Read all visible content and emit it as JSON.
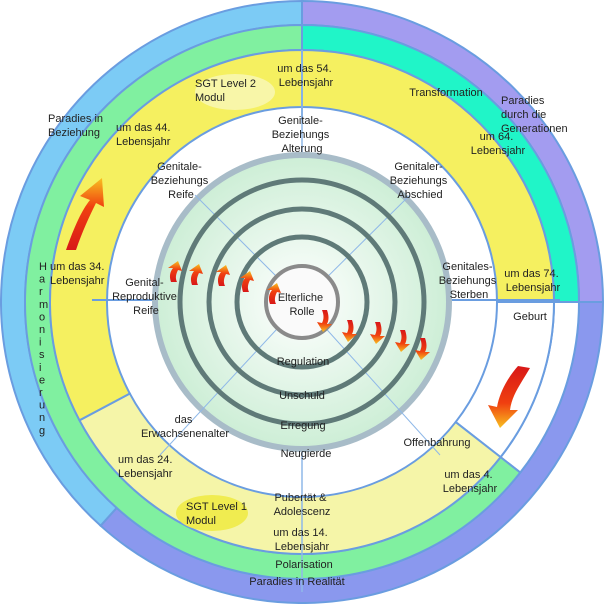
{
  "colors": {
    "outer_left": "#7ccbf5",
    "outer_top_right": "#a39cf0",
    "outer_bottom": "#8a98ee",
    "green": "#80f0a0",
    "teal": "#20f5c8",
    "yellow": "#f5f060",
    "pale_yellow": "#f5f5a8",
    "border_blue": "#6a9de0",
    "inner_green": "#dff5e4",
    "ring_dark": "#5f7a78",
    "ring_light": "#a8bcc8"
  },
  "outer": {
    "left_label": "Paradies in Beziehung",
    "right_label": "Paradies durch die Generationen",
    "bottom_label": "Paradies in Realität",
    "vertical_label": "Harmonisierung"
  },
  "green_ring": {
    "top_right_label": "Transformation",
    "bottom_label": "Polarisation"
  },
  "ages": {
    "a4": "um das 4. Lebensjahr",
    "a14": "um das 14. Lebensjahr",
    "a24": "um das 24. Lebensjahr",
    "a34": "um das 34. Lebensjahr",
    "a44": "um das 44. Lebensjahr",
    "a54": "um das 54. Lebensjahr",
    "a64": "um 64. Lebensjahr",
    "a74": "um das 74. Lebensjahr",
    "birth": "Geburt"
  },
  "modules": {
    "level1": "SGT Level 1 Modul",
    "level2": "SGT Level 2 Modul"
  },
  "phases": {
    "alterung": "Genitale-Beziehungs Alterung",
    "abschied": "Genitaler-Beziehungs Abschied",
    "sterben": "Genitales-Beziehungs Sterben",
    "offenbarung": "Offenbahrung",
    "pubertaet": "Pubertät & Adolescenz",
    "erwachsen": "das Erwachsenenalter",
    "reproduktiv": "Genital-Reproduktive Reife",
    "reife": "Genitale-Beziehungs Reife"
  },
  "core": {
    "center": "Elterliche Rolle",
    "rings": [
      "Regulation",
      "Unschuld",
      "Erregung",
      "Neugierde"
    ]
  }
}
